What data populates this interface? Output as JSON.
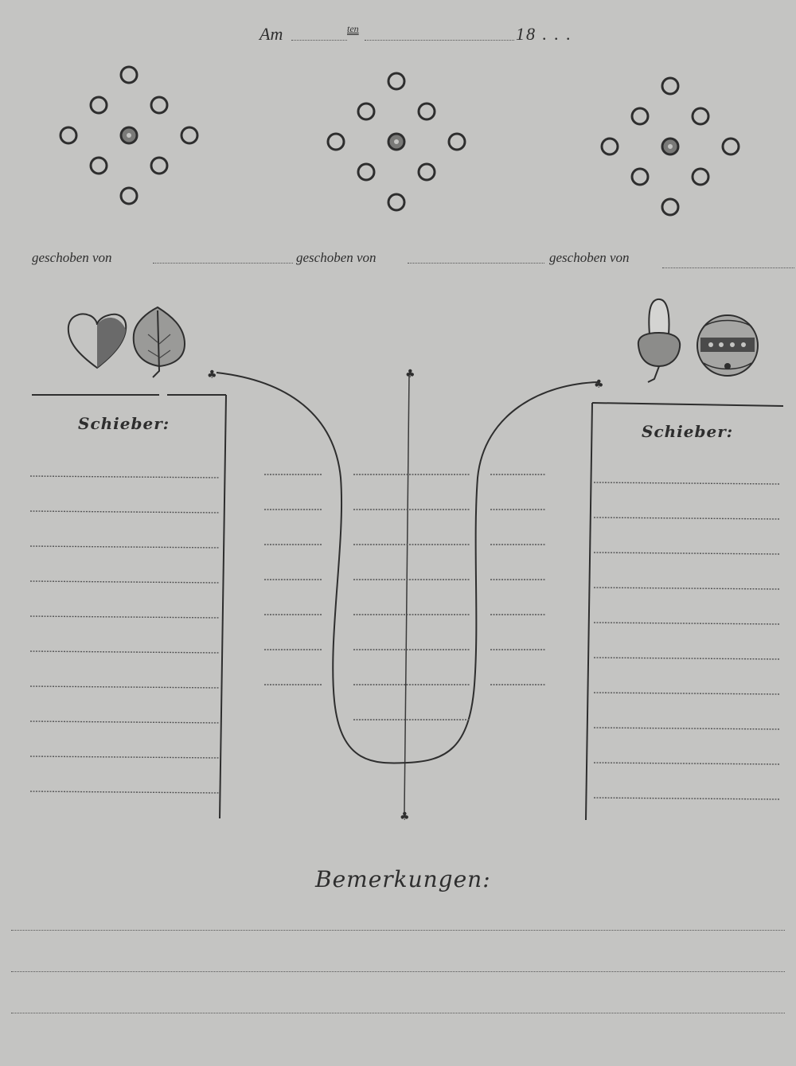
{
  "header": {
    "am": "Am",
    "ten": "ten",
    "year": "18 . . ."
  },
  "pins": {
    "sets": 3,
    "pushed_label": "geschoben von"
  },
  "scoreboard": {
    "left_label": "Schieber:",
    "right_label": "Schieber:",
    "left_suits": [
      "heart-icon",
      "leaf-icon"
    ],
    "right_suits": [
      "acorn-icon",
      "bell-icon"
    ]
  },
  "remarks": {
    "label": "Bemerkungen:"
  },
  "colors": {
    "paper": "#c4c4c2",
    "ink": "#2e2e2e"
  }
}
